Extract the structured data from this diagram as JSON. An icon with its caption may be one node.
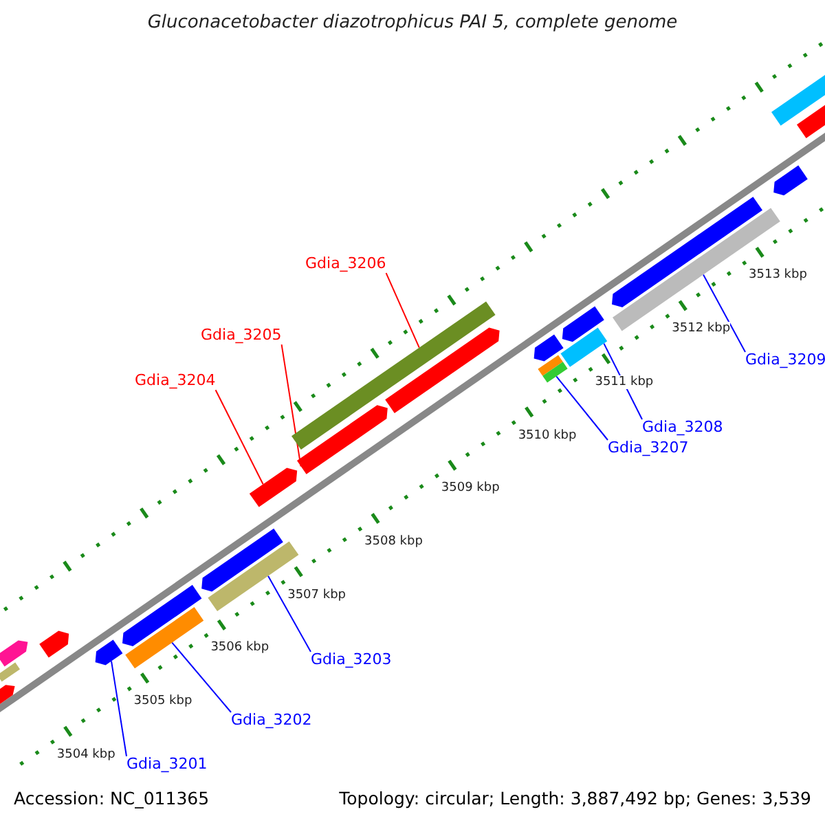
{
  "diagram": {
    "title": "Gluconacetobacter diazotrophicus PAI 5, complete genome",
    "nodes": [
      {
        "text": [
          "Gdia_3206"
        ]
      },
      {
        "text": [
          "Gdia_3205"
        ]
      },
      {
        "text": [
          "Gdia_3209"
        ]
      },
      {
        "text": [
          "Gdia_3204"
        ]
      },
      {
        "text": [
          "Gdia_3208"
        ]
      },
      {
        "text": [
          "Gdia_3207"
        ]
      },
      {
        "text": [
          "Gdia_3203"
        ]
      },
      {
        "text": [
          "Gdia_3202"
        ]
      },
      {
        "text": [
          "Gdia_3201"
        ]
      },
      {
        "text": [],
        "shape": "bar"
      },
      {
        "text": [],
        "shape": "pentagon"
      },
      {
        "text": [],
        "shape": "pentagon"
      },
      {
        "text": [],
        "shape": "pentagon"
      },
      {
        "text": [],
        "shape": "pentagon"
      },
      {
        "text": [],
        "shape": "bar"
      },
      {
        "text": [],
        "shape": "pentagon"
      },
      {
        "text": [],
        "shape": "pentagon"
      },
      {
        "text": [],
        "shape": "bar"
      },
      {
        "text": [],
        "shape": "pentagon"
      },
      {
        "text": [],
        "shape": "bar"
      },
      {
        "text": [],
        "shape": "pentagon"
      },
      {
        "text": [],
        "shape": "pentagon"
      },
      {
        "text": [],
        "shape": "bar"
      },
      {
        "text": [],
        "shape": "bar"
      },
      {
        "text": [],
        "shape": "pentagon"
      },
      {
        "text": [],
        "shape": "bar"
      },
      {
        "text": [],
        "shape": "pentagon"
      },
      {
        "text": [],
        "shape": "bar"
      },
      {
        "text": [],
        "shape": "pentagon"
      },
      {
        "text": [],
        "shape": "pentagon"
      },
      {
        "text": [],
        "shape": "bar"
      },
      {
        "text": [],
        "shape": "pentagon"
      }
    ],
    "edges": [
      {
        "from": 0,
        "to": 19,
        "arrow": "none",
        "color": "#ff0000"
      },
      {
        "from": 1,
        "to": 20,
        "arrow": "none",
        "color": "#ff0000"
      },
      {
        "from": 2,
        "to": 27,
        "arrow": "none"
      },
      {
        "from": 3,
        "to": 18,
        "arrow": "none",
        "color": "#ff0000"
      },
      {
        "from": 4,
        "to": 25,
        "arrow": "none"
      },
      {
        "from": 5,
        "to": 23,
        "arrow": "none"
      },
      {
        "from": 6,
        "to": 17,
        "arrow": "none"
      },
      {
        "from": 7,
        "to": 14,
        "arrow": "none"
      },
      {
        "from": 8,
        "to": 13,
        "arrow": "none"
      }
    ],
    "labels": [
      "3504 kbp",
      "3505 kbp",
      "3506 kbp",
      "3507 kbp",
      "3508 kbp",
      "3509 kbp",
      "3510 kbp",
      "3511 kbp",
      "3512 kbp",
      "3513 kbp",
      "Accession: NC_011365",
      "Topology: circular; Length: 3,887,492 bp; Genes: 3,539"
    ]
  }
}
